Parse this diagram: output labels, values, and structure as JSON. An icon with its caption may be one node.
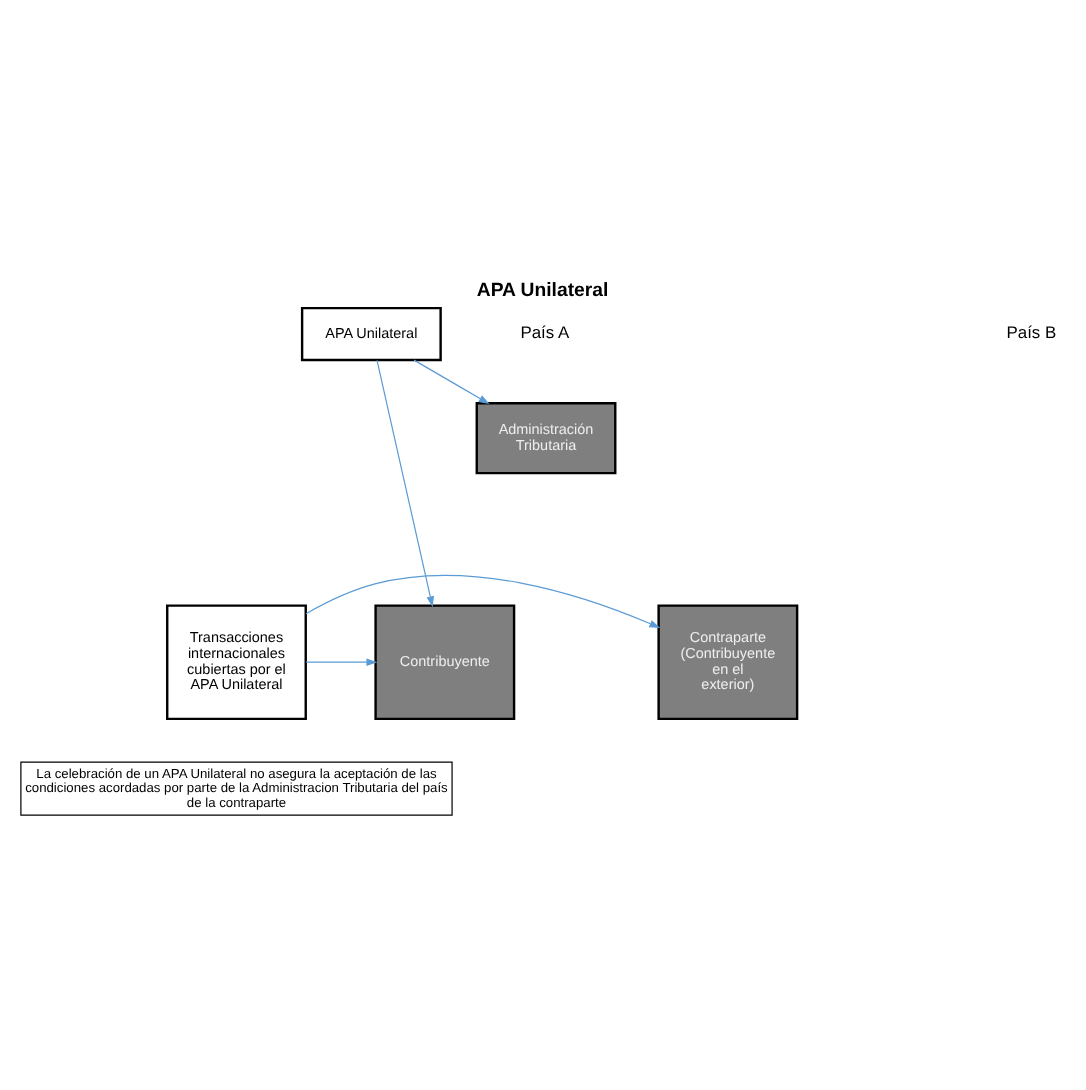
{
  "diagram": {
    "title": "APA Unilateral",
    "nodes": [
      {
        "text": [
          "Administración Tributaria"
        ]
      },
      {
        "text": [
          "APA Unilateral"
        ]
      },
      {
        "text": [
          "Contribuyente"
        ]
      },
      {
        "text": [
          "Transacciones internacionales cubiertas por el APA Unilateral"
        ]
      },
      {
        "text": [
          "Contraparte (Contribuyente en el exterior)"
        ]
      }
    ],
    "edges": [
      {
        "from": 1,
        "to": 0,
        "arrow": "to"
      },
      {
        "from": 1,
        "to": 2,
        "arrow": "to"
      },
      {
        "from": 3,
        "to": 2,
        "arrow": "to"
      },
      {
        "from": 3,
        "to": 4,
        "arrow": "to"
      }
    ],
    "labels": [
      "País A",
      "País B",
      "La celebración de un APA Unilateral no asegura la aceptación de las condiciones acordadas por parte de la Administracion Tributaria del país de la contraparte"
    ]
  }
}
